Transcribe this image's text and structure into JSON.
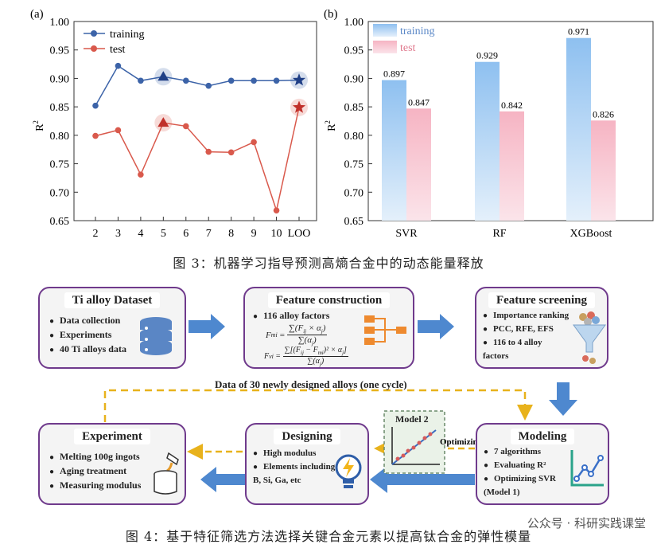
{
  "chart_data": [
    {
      "type": "line",
      "panel_label": "(a)",
      "categories": [
        "2",
        "3",
        "4",
        "5",
        "6",
        "7",
        "8",
        "9",
        "10",
        "LOO"
      ],
      "ylabel": "R²",
      "ylim": [
        0.65,
        1.0
      ],
      "yticks": [
        "0.65",
        "0.70",
        "0.75",
        "0.80",
        "0.85",
        "0.90",
        "0.95",
        "1.00"
      ],
      "legend_position": "top-left",
      "series": [
        {
          "name": "training",
          "color": "#3c63a8",
          "values": [
            0.852,
            0.922,
            0.896,
            0.903,
            0.896,
            0.887,
            0.896,
            0.896,
            0.896,
            0.897
          ]
        },
        {
          "name": "test",
          "color": "#d9594c",
          "values": [
            0.799,
            0.809,
            0.731,
            0.822,
            0.816,
            0.771,
            0.77,
            0.788,
            0.668,
            0.849
          ]
        }
      ],
      "highlight": [
        "5",
        "LOO"
      ]
    },
    {
      "type": "bar",
      "panel_label": "(b)",
      "categories": [
        "SVR",
        "RF",
        "XGBoost"
      ],
      "ylabel": "R²",
      "ylim": [
        0.65,
        1.0
      ],
      "yticks": [
        "0.65",
        "0.70",
        "0.75",
        "0.80",
        "0.85",
        "0.90",
        "0.95",
        "1.00"
      ],
      "legend_position": "top-left",
      "series": [
        {
          "name": "training",
          "color": "#9fcbf2",
          "values": [
            0.897,
            0.929,
            0.971
          ],
          "labels": [
            "0.897",
            "0.929",
            "0.971"
          ]
        },
        {
          "name": "test",
          "color": "#f7c4cf",
          "values": [
            0.847,
            0.842,
            0.826
          ],
          "labels": [
            "0.847",
            "0.842",
            "0.826"
          ]
        }
      ]
    }
  ],
  "captions": {
    "fig3": "图 3：机器学习指导预测高熵合金中的动态能量释放",
    "fig4": "图 4：基于特征筛选方法选择关键合金元素以提高钛合金的弹性模量"
  },
  "flow": {
    "dataset": {
      "title": "Ti alloy Dataset",
      "items": [
        "Data collection",
        "Experiments",
        "40 Ti alloys data"
      ]
    },
    "construction": {
      "title": "Feature construction",
      "items": [
        "116 alloy factors"
      ],
      "formula1_lhs": "F",
      "formula1_sub": "mi",
      "formula1_num": "∑(F",
      "formula1_den": "∑(α",
      "formula2_lhs": "F",
      "formula2_sub": "vi"
    },
    "screening": {
      "title": "Feature screening",
      "items": [
        "Importance ranking",
        "PCC, RFE, EFS",
        "116 to 4 alloy factors"
      ]
    },
    "modeling": {
      "title": "Modeling",
      "items": [
        "7 algorithms",
        "Evaluating R²",
        "Optimizing SVR (Model 1)"
      ]
    },
    "designing": {
      "title": "Designing",
      "items": [
        "High modulus",
        "Elements including B, Si, Ga, etc"
      ]
    },
    "experiment": {
      "title": "Experiment",
      "items": [
        "Melting 100g ingots",
        "Aging treatment",
        "Measuring modulus"
      ]
    },
    "cycle_label": "Data of 30 newly designed alloys (one cycle)",
    "model2_label": "Model 2",
    "optimizing_label": "Optimizing"
  },
  "watermark": "公众号 · 科研实践课堂"
}
